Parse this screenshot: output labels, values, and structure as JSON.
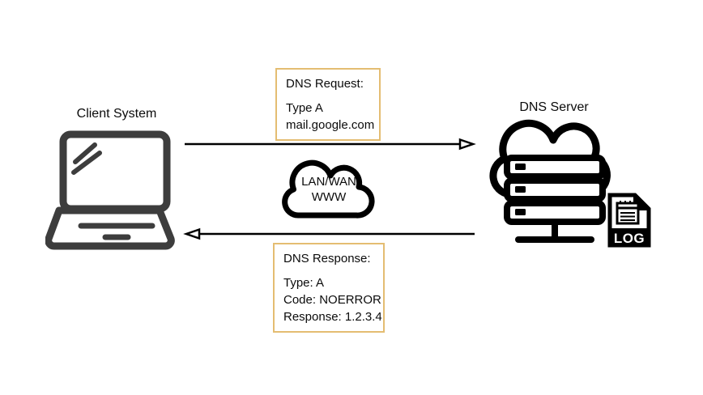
{
  "colors": {
    "background": "#ffffff",
    "box_border": "#e4bd72",
    "icon_ink": "#000000",
    "laptop_ink": "#3d3d3d"
  },
  "client": {
    "label": "Client System"
  },
  "server": {
    "label": "DNS Server"
  },
  "log_file": {
    "label": "LOG"
  },
  "network_cloud": {
    "line1": "LAN/WAN",
    "line2": "WWW"
  },
  "request_box": {
    "title": "DNS Request:",
    "lines": [
      "Type A",
      "mail.google.com"
    ]
  },
  "response_box": {
    "title": "DNS Response:",
    "lines": [
      "Type: A",
      "Code: NOERROR",
      "Response: 1.2.3.4"
    ]
  },
  "arrows": {
    "request_direction": "client-to-server",
    "response_direction": "server-to-client"
  }
}
